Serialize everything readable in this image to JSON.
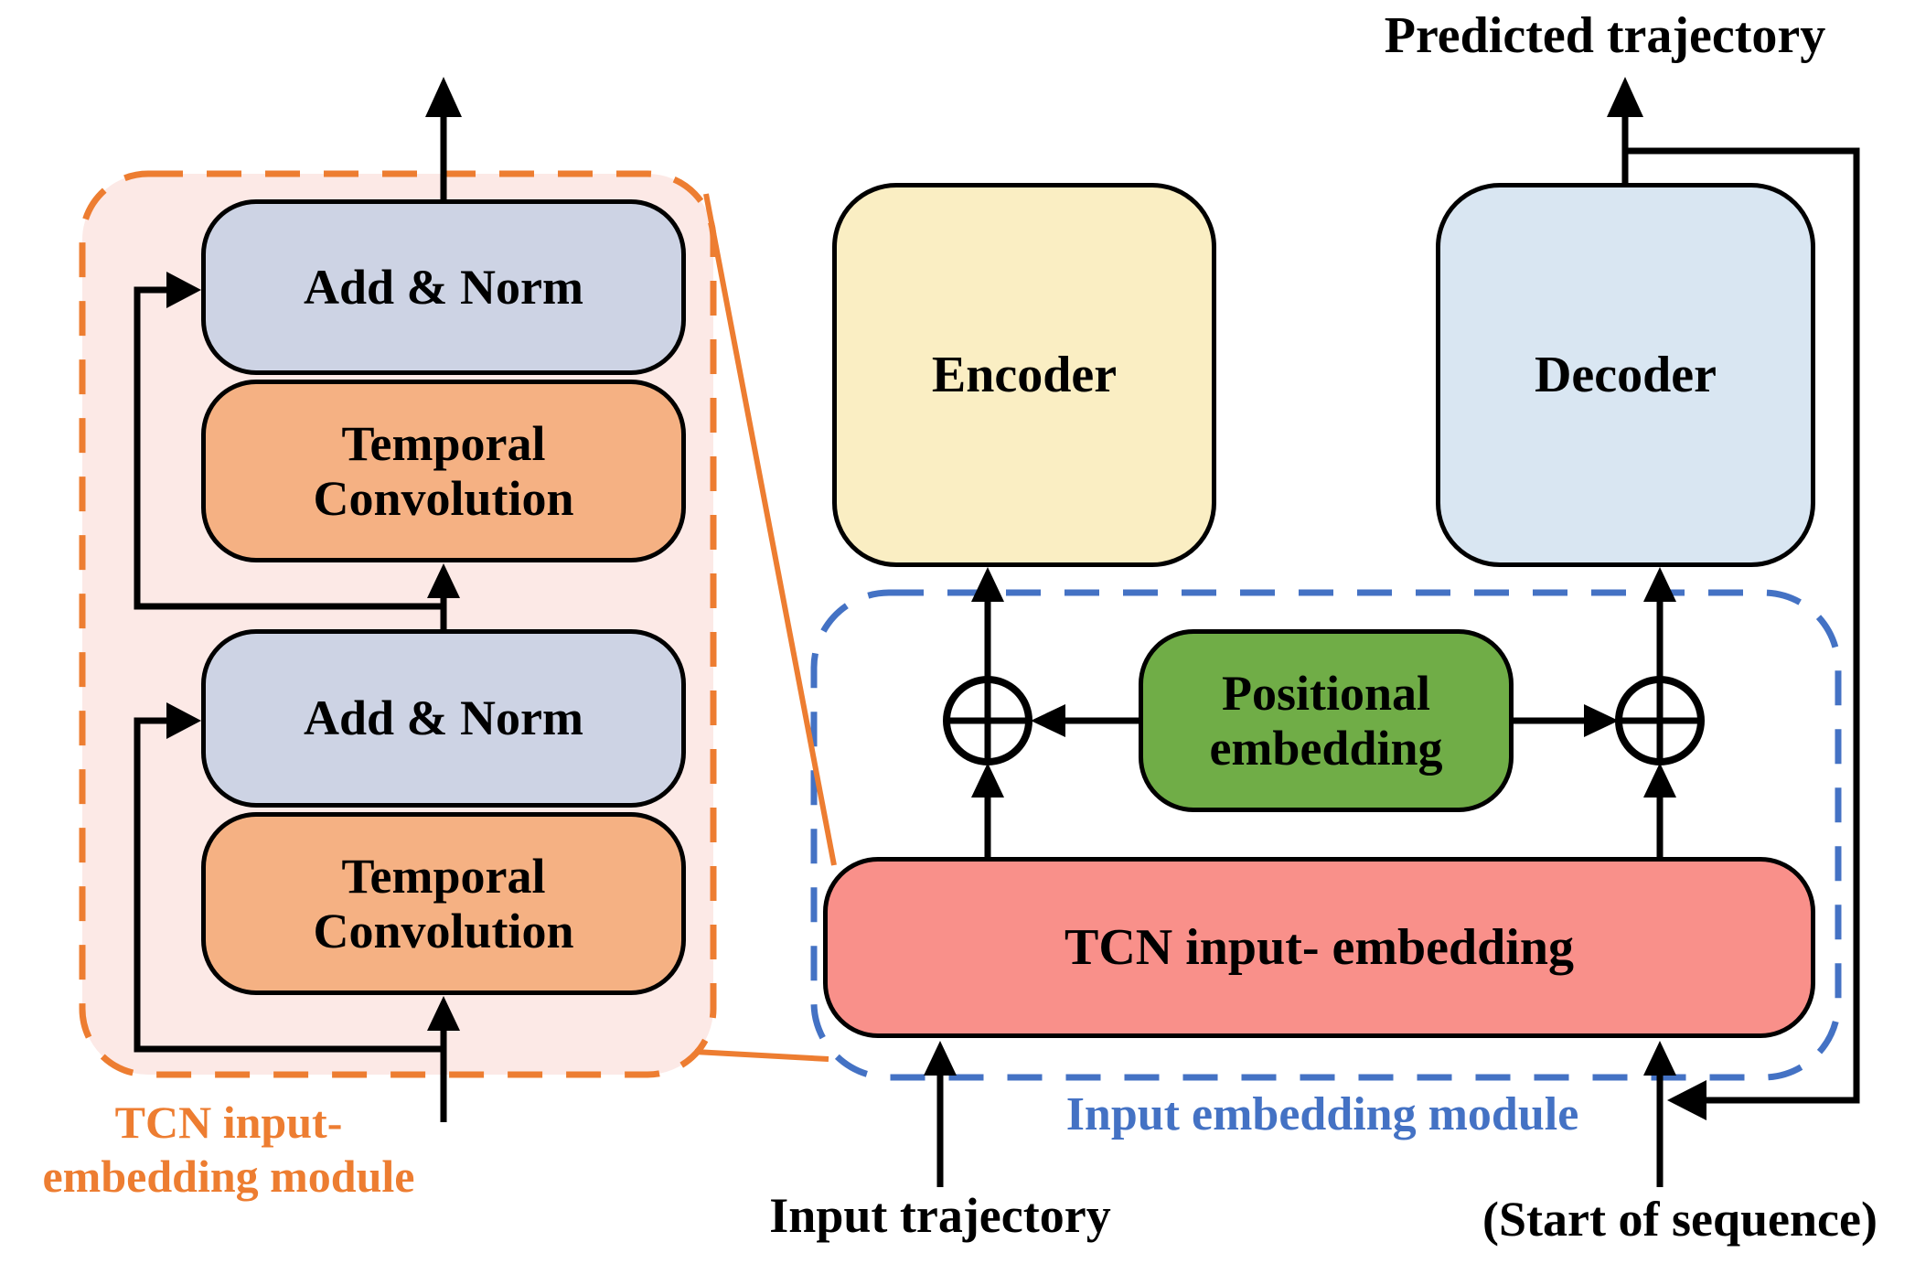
{
  "left_module": {
    "label_line1": "TCN input-",
    "label_line2": "embedding module",
    "add_norm_top": "Add & Norm",
    "temporal_top": [
      "Temporal",
      "Convolution"
    ],
    "add_norm_bottom": "Add & Norm",
    "temporal_bottom": [
      "Temporal",
      "Convolution"
    ]
  },
  "embedding_module": {
    "label": "Input embedding module",
    "positional": [
      "Positional",
      "embedding"
    ],
    "tcn_input_embedding": "TCN input- embedding"
  },
  "encoder": "Encoder",
  "decoder": "Decoder",
  "io": {
    "predicted_trajectory": "Predicted trajectory",
    "input_trajectory": "Input trajectory",
    "start_of_sequence": "(Start of sequence)"
  },
  "colors": {
    "accent-orange": "#ED7D31",
    "accent-blue": "#4472C4",
    "module-pink-fill": "#FCE9E6",
    "add-norm-fill": "#CDD3E4",
    "temporal-fill": "#F5B183",
    "encoder-fill": "#FAEEC3",
    "decoder-fill": "#D9E6F2",
    "positional-fill": "#70AD47",
    "tcn-embed-fill": "#F9908A",
    "line-color": "#000000"
  }
}
